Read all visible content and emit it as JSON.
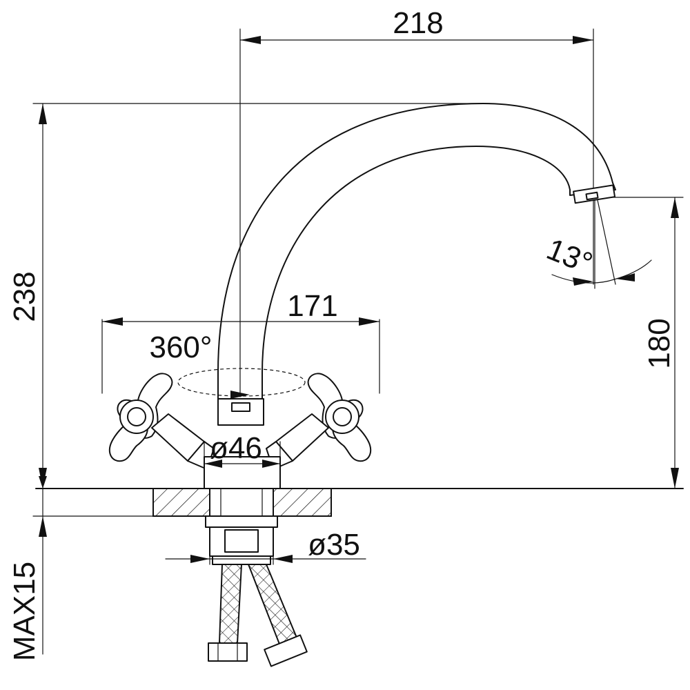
{
  "diagram": {
    "dimensions": {
      "spout_reach": "218",
      "total_height": "238",
      "spout_height": "180",
      "handle_span": "171",
      "rotation": "360°",
      "swivel_angle": "13°",
      "base_diameter": "ø46",
      "thread_diameter": "ø35",
      "max_counter_thickness": "MAX15"
    },
    "colors": {
      "line": "#111111",
      "background": "#ffffff"
    }
  }
}
